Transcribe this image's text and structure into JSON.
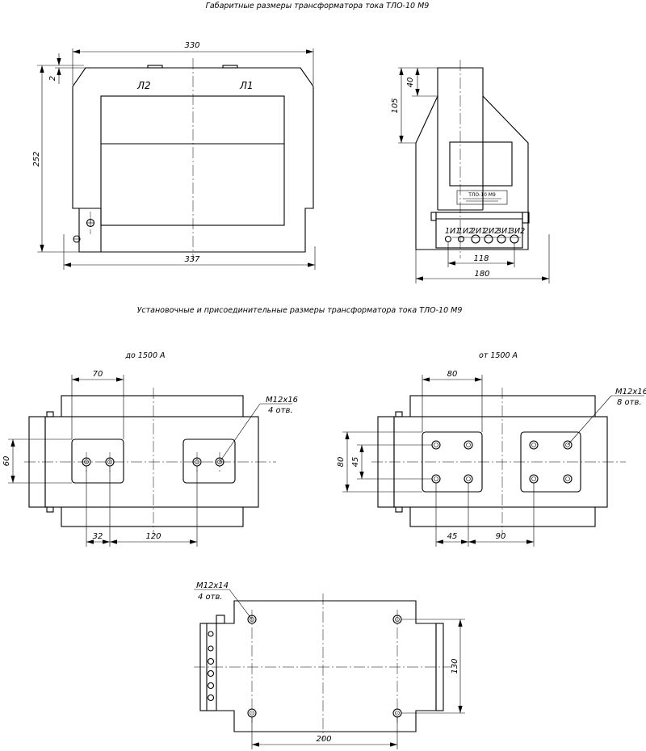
{
  "captions": {
    "overall": "Габаритные размеры трансформатора тока ТЛО-10 М9",
    "mounting": "Установочные и присоединительные размеры трансформатора тока ТЛО-10 М9",
    "upto": "до 1500 А",
    "from": "от 1500 А"
  },
  "front_view": {
    "width_top": "330",
    "width_bottom": "337",
    "height": "252",
    "gap": "2",
    "terminal_left": "Л2",
    "terminal_right": "Л1"
  },
  "side_view": {
    "top": "40",
    "upper_height": "105",
    "terminal_width": "118",
    "base_width": "180",
    "terminals": [
      "1И1",
      "1И2",
      "2И1",
      "2И2",
      "3И1",
      "3И2"
    ]
  },
  "plan_upto": {
    "pad_width": "70",
    "height": "60",
    "pitch_a": "32",
    "pitch_b": "120",
    "thread": "M12x16",
    "holes": "4 отв."
  },
  "plan_from": {
    "pad_width": "80",
    "height_outer": "80",
    "height_inner": "45",
    "pitch_a": "45",
    "pitch_b": "90",
    "thread": "M12x16",
    "holes": "8 отв."
  },
  "bottom_view": {
    "thread": "M12x14",
    "holes": "4 отв.",
    "length": "200",
    "width": "130"
  }
}
